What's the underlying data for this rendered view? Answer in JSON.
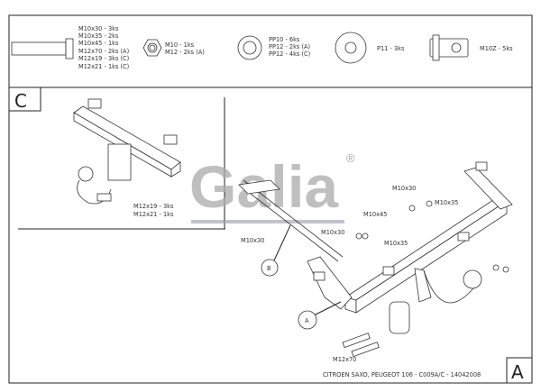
{
  "parts": {
    "bolts": [
      "M10x30 - 3ks",
      "M10x35 - 2ks",
      "M10x45 - 1ks",
      "M12x70 - 2ks (A)",
      "M12x19 - 3ks (C)",
      "M12x21 - 1ks (C)"
    ],
    "nuts": [
      "M10 - 1ks",
      "M12 - 2ks (A)"
    ],
    "washers": [
      "PP10 - 6ks",
      "PP12 - 2ks (A)",
      "PP12 - 4ks (C)"
    ],
    "large_washer": [
      "P11 - 3ks"
    ],
    "cage_nut": [
      "M10Z - 5ks"
    ]
  },
  "section_c": {
    "label": "C",
    "callouts": [
      "M12x19 - 3ks",
      "M12x21 - 1ks"
    ]
  },
  "section_a": {
    "label": "A",
    "callouts": {
      "b_bolt": "M10x30",
      "b_top": "M10x30",
      "m10x45": "M10x45",
      "m10x30_right": "M10x30",
      "m10x35_right": "M10x35",
      "m10x35_mid": "M10x35",
      "m12x70": "M12x70"
    },
    "part_a": "A",
    "part_b": "B",
    "title": "CITROEN SAXO, PEUGEOT 106 - C009A/C - 14042008"
  },
  "logo": {
    "text": "Galia",
    "mark": "®"
  }
}
